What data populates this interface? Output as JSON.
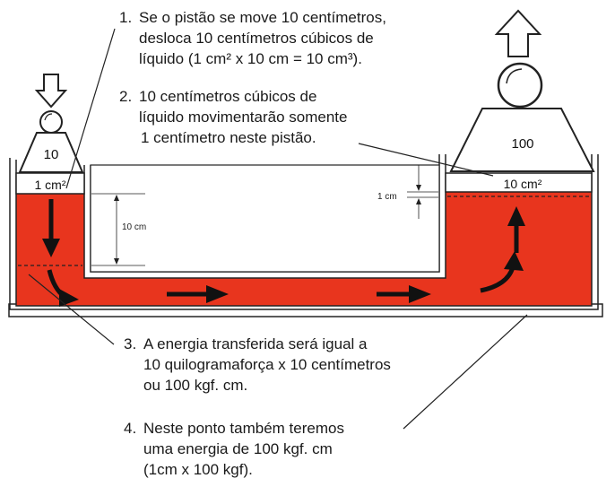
{
  "colors": {
    "fluid": "#e8351e",
    "outline": "#222222",
    "background": "#ffffff"
  },
  "captions": [
    {
      "number": "1.",
      "lines": [
        "Se o pistão se move 10 centímetros,",
        "desloca 10 centímetros cúbicos de",
        "líquido (1 cm² x 10 cm = 10 cm³)."
      ]
    },
    {
      "number": "2.",
      "lines": [
        "10 centímetros cúbicos de",
        "líquido movimentarão somente",
        "1 centímetro neste pistão."
      ]
    },
    {
      "number": "3.",
      "lines": [
        "A energia transferida será igual a",
        "10 quilogramaforça x 10 centímetros",
        "ou 100 kgf. cm."
      ]
    },
    {
      "number": "4.",
      "lines": [
        "Neste ponto também teremos",
        "uma energia de 100 kgf. cm",
        "(1cm x 100 kgf)."
      ]
    }
  ],
  "left_piston": {
    "weight_label": "10",
    "area_label": "1 cm²",
    "arrow_direction": "down"
  },
  "right_piston": {
    "weight_label": "100",
    "area_label": "10 cm²",
    "arrow_direction": "up"
  },
  "dimensions": {
    "left_stroke_label": "10 cm",
    "right_stroke_label": "1 cm"
  },
  "icons": [
    "down-arrow-icon",
    "up-arrow-icon",
    "ball-icon",
    "flow-arrow-icon"
  ]
}
